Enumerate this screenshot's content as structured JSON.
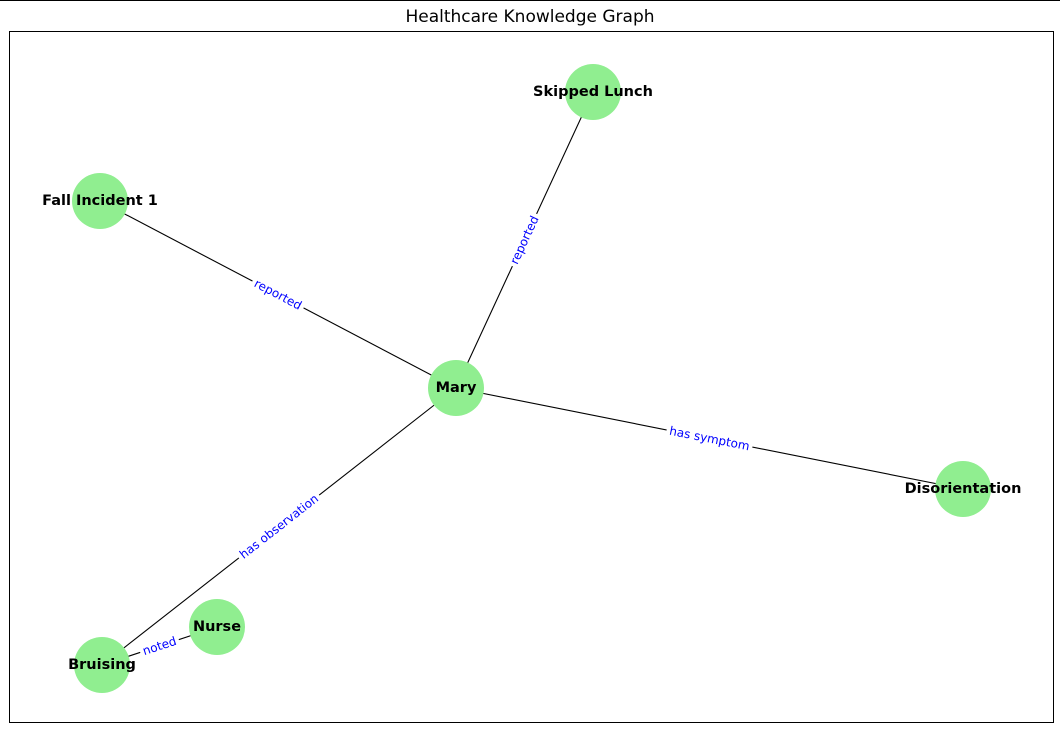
{
  "title": "Healthcare Knowledge Graph",
  "colors": {
    "node_fill": "#90ee90",
    "edge_stroke": "#000000",
    "edge_label": "#0000ff"
  },
  "nodes": [
    {
      "id": "mary",
      "label": "Mary"
    },
    {
      "id": "skipped_lunch",
      "label": "Skipped Lunch"
    },
    {
      "id": "fall_incident_1",
      "label": "Fall Incident 1"
    },
    {
      "id": "disorientation",
      "label": "Disorientation"
    },
    {
      "id": "bruising",
      "label": "Bruising"
    },
    {
      "id": "nurse",
      "label": "Nurse"
    }
  ],
  "edges": [
    {
      "id": "mary-skipped_lunch",
      "source": "mary",
      "target": "skipped_lunch",
      "label": "reported"
    },
    {
      "id": "mary-fall_incident_1",
      "source": "mary",
      "target": "fall_incident_1",
      "label": "reported"
    },
    {
      "id": "mary-disorientation",
      "source": "mary",
      "target": "disorientation",
      "label": "has symptom"
    },
    {
      "id": "mary-bruising",
      "source": "mary",
      "target": "bruising",
      "label": "has observation"
    },
    {
      "id": "nurse-bruising",
      "source": "nurse",
      "target": "bruising",
      "label": "noted"
    }
  ]
}
